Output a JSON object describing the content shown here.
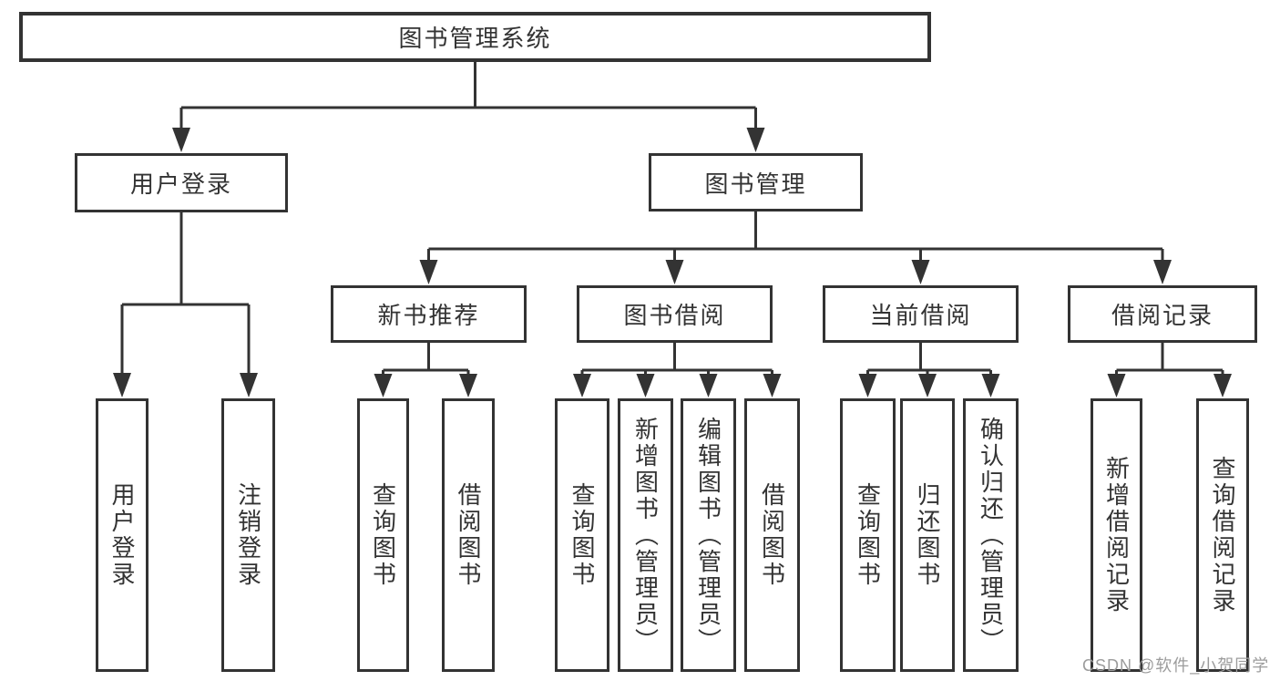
{
  "diagram": {
    "root": {
      "label": "图书管理系统"
    },
    "level2": {
      "user_login": {
        "label": "用户登录"
      },
      "book_mgmt": {
        "label": "图书管理"
      }
    },
    "level3": {
      "new_book_rec": {
        "label": "新书推荐"
      },
      "book_borrow": {
        "label": "图书借阅"
      },
      "current_borrow": {
        "label": "当前借阅"
      },
      "borrow_record": {
        "label": "借阅记录"
      }
    },
    "leaves": {
      "user_login_login": {
        "label": "用户登录"
      },
      "user_login_logout": {
        "label": "注销登录"
      },
      "rec_query_books": {
        "label": "查询图书"
      },
      "rec_borrow_books": {
        "label": "借阅图书"
      },
      "borrow_query_books": {
        "label": "查询图书"
      },
      "borrow_add_books": {
        "label": "新增图书（管理员）"
      },
      "borrow_edit_books": {
        "label": "编辑图书（管理员）"
      },
      "borrow_borrow_books": {
        "label": "借阅图书"
      },
      "current_query_books": {
        "label": "查询图书"
      },
      "current_return_books": {
        "label": "归还图书"
      },
      "current_confirm_return": {
        "label": "确认归还（管理员）"
      },
      "record_add": {
        "label": "新增借阅记录"
      },
      "record_query": {
        "label": "查询借阅记录"
      }
    },
    "watermark": "CSDN @软件_小贺同学",
    "colors": {
      "line": "#333333",
      "text": "#333333",
      "watermark": "#9c9c9c",
      "background": "#ffffff"
    }
  }
}
